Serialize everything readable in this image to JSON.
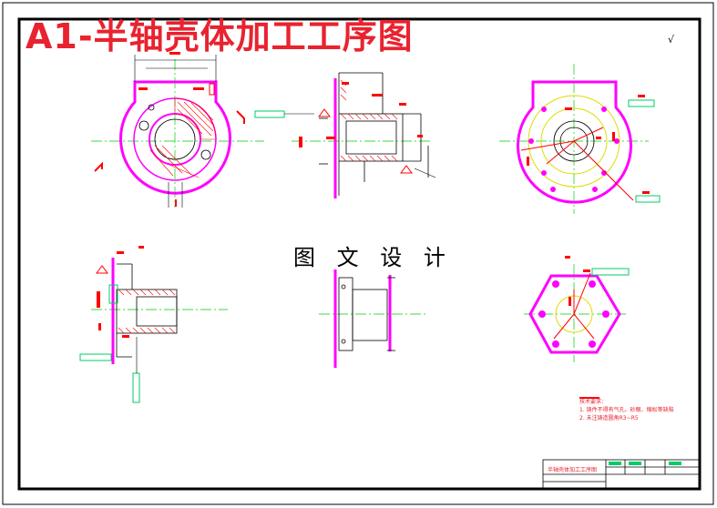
{
  "title": "A1-半轴壳体加工工序图",
  "watermark": "图 文 设 计",
  "notes": {
    "heading": "技术要求：",
    "line1": "1. 铸件不得有气孔、砂眼、缩松等缺陷",
    "line2": "2. 未注铸造圆角R3~R5"
  },
  "title_block": {
    "part_name": "半轴壳体加工工序图"
  },
  "corner_symbol": "√",
  "colors": {
    "border": "#000000",
    "outline": "#ff00ff",
    "dimension": "#e8232f",
    "centerline": "#00cc00",
    "callout": "#00cc66",
    "hatch": "#ff0000",
    "hidden": "#dddd00"
  }
}
